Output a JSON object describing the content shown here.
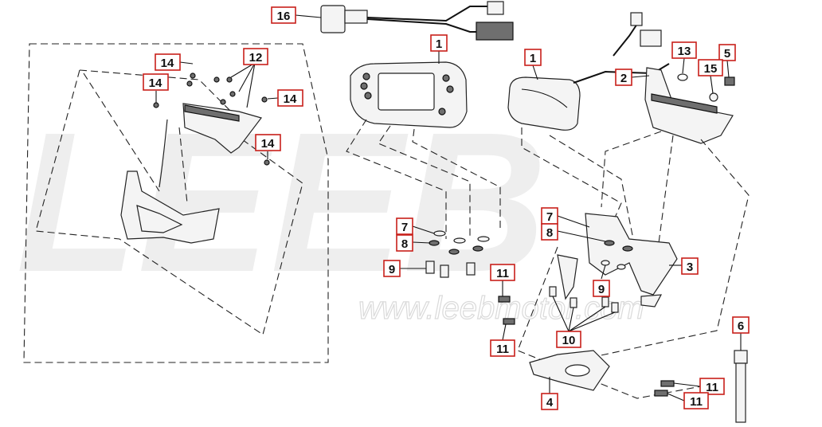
{
  "watermark": {
    "brand": "LEEB",
    "url": "www.leebmotor.com"
  },
  "callouts": [
    {
      "id": "c16",
      "label": "16"
    },
    {
      "id": "c1a",
      "label": "1"
    },
    {
      "id": "c1b",
      "label": "1"
    },
    {
      "id": "c13",
      "label": "13"
    },
    {
      "id": "c5",
      "label": "5"
    },
    {
      "id": "c15",
      "label": "15"
    },
    {
      "id": "c2",
      "label": "2"
    },
    {
      "id": "c14a",
      "label": "14"
    },
    {
      "id": "c12",
      "label": "12"
    },
    {
      "id": "c14b",
      "label": "14"
    },
    {
      "id": "c14c",
      "label": "14"
    },
    {
      "id": "c14d",
      "label": "14"
    },
    {
      "id": "c7a",
      "label": "7"
    },
    {
      "id": "c8a",
      "label": "8"
    },
    {
      "id": "c9a",
      "label": "9"
    },
    {
      "id": "c7b",
      "label": "7"
    },
    {
      "id": "c8b",
      "label": "8"
    },
    {
      "id": "c3",
      "label": "3"
    },
    {
      "id": "c9b",
      "label": "9"
    },
    {
      "id": "c11a",
      "label": "11"
    },
    {
      "id": "c11b",
      "label": "11"
    },
    {
      "id": "c10",
      "label": "10"
    },
    {
      "id": "c6",
      "label": "6"
    },
    {
      "id": "c11c",
      "label": "11"
    },
    {
      "id": "c11d",
      "label": "11"
    },
    {
      "id": "c4",
      "label": "4"
    }
  ]
}
